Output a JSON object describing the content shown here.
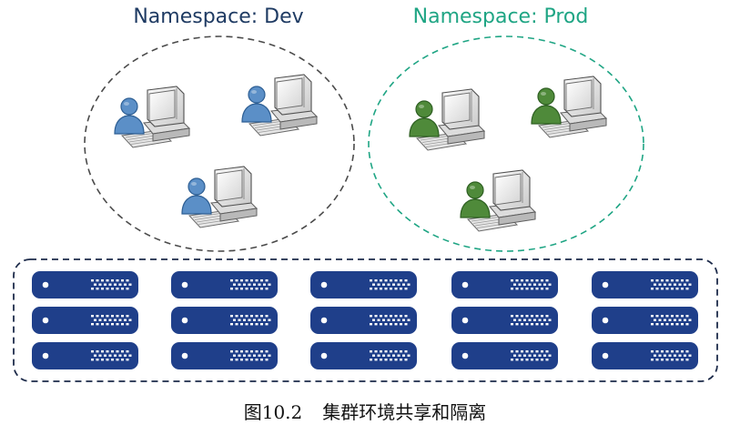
{
  "namespaces": [
    {
      "title": "Namespace: Dev",
      "accent": "#1f3b63",
      "user_color": "#5b8fc7",
      "user_color_dark": "#2d5e93",
      "workstations": 3
    },
    {
      "title": "Namespace: Prod",
      "accent": "#1fa584",
      "user_color": "#4f8a3a",
      "user_color_dark": "#2e5f22",
      "workstations": 3
    }
  ],
  "cluster": {
    "server_color": "#1f3f8a",
    "columns": 5,
    "rows": 3
  },
  "caption": {
    "figure": "图10.2",
    "text": "集群环境共享和隔离"
  }
}
